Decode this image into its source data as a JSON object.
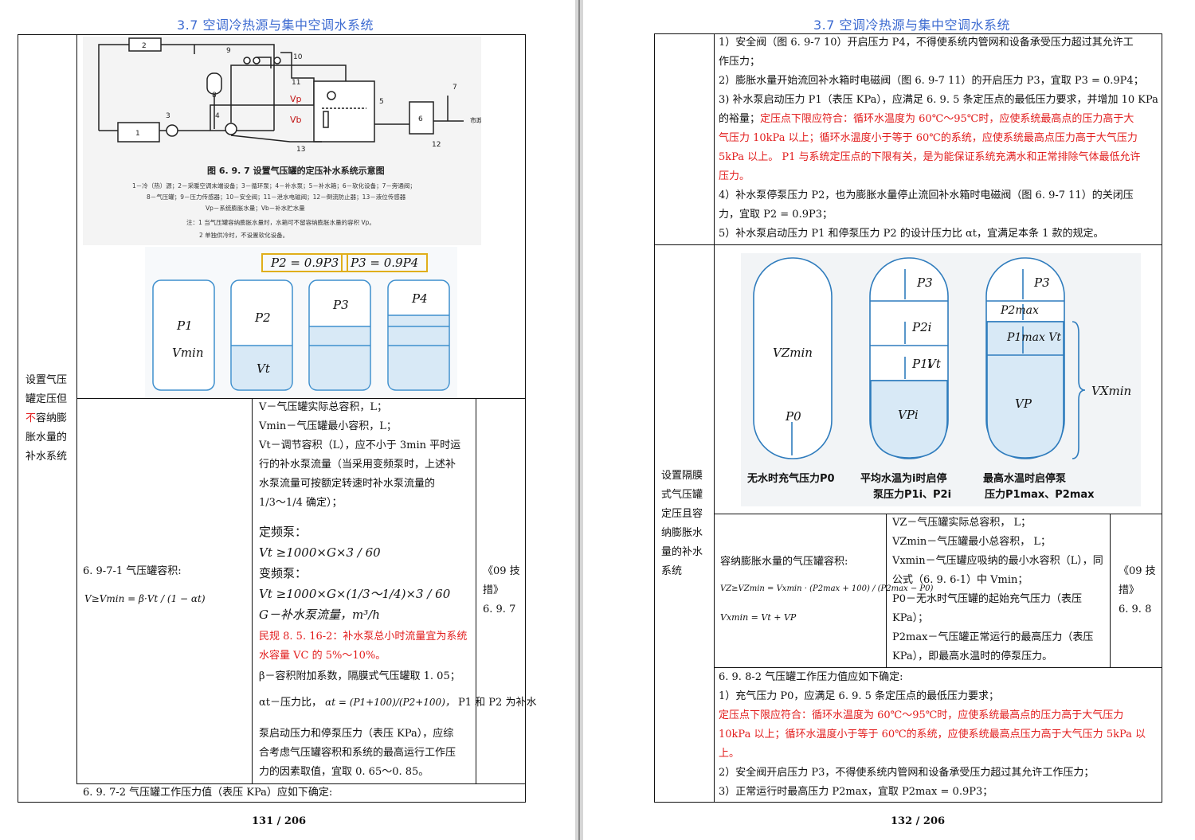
{
  "header": "3.7 空调冷热源与集中空调水系统",
  "left": {
    "footer": "131 / 206",
    "row_label": [
      "设置气压",
      "罐定压但",
      "不容纳膨",
      "胀水量的",
      "补水系统"
    ],
    "row_label_red_char": "不",
    "figure": {
      "caption": "图 6. 9. 7   设置气压罐的定压补水系统示意图",
      "legend_lines": [
        "1－冷（热）源；2－采暖空调末端设备；3－循环泵；4－补水泵；5－补水箱；6－软化设备；7－旁通阀；",
        "8－气压罐；9－压力传感器；10－安全阀；11－泄水电磁阀；12－倒流防止器；13－液位传感器",
        "Vp－系统膨胀水量；Vb－补水贮水量"
      ],
      "notes": [
        "注：1  当气压罐容纳膨胀水量时，水箱可不留容纳膨胀水量的容积 Vp。",
        "2  单独供冷时，不设置软化设备。"
      ],
      "labels": [
        "1",
        "2",
        "3",
        "4",
        "5",
        "6",
        "7",
        "8",
        "9",
        "10",
        "11",
        "12",
        "13",
        "Vp",
        "Vb",
        "市政给水"
      ],
      "eq_boxes": [
        "P2 = 0.9P3",
        "P3 = 0.9P4"
      ],
      "tank_labels": [
        "P1",
        "Vmin",
        "P2",
        "Vt",
        "P3",
        "P4"
      ]
    },
    "formula_title": "6. 9-7-1  气压罐容积:",
    "formula": "V≥Vmin = β·Vt / (1 − αt)",
    "ref": [
      "《09 技",
      "措》",
      "6. 9. 7"
    ],
    "defs": [
      "V－气压罐实际总容积，L；",
      "Vmin－气压罐最小容积，L；",
      "Vt－调节容积（L），应不小于 3min 平时运",
      "行的补水泵流量（当采用变频泵时，上述补",
      "水泵流量可按额定转速时补水泵流量的",
      "1/3～1/4 确定）；"
    ],
    "pump_lines": [
      "定频泵：",
      "Vt ≥1000×G×3 / 60",
      "变频泵：",
      "Vt ≥1000×G×(1/3～1/4)×3 / 60",
      "G－补水泵流量，m³/h"
    ],
    "red_note": [
      "民规 8. 5. 16-2：补水泵总小时流量宜为系统",
      "水容量 VC 的 5%～10%。"
    ],
    "beta_line": "β－容积附加系数，隔膜式气压罐取 1. 05；",
    "alpha_line_pre": "αt－压力比，",
    "alpha_line_post": "P1 和 P2 为补水",
    "alpha_rest": [
      "泵启动压力和停泵压力（表压 KPa），应综",
      "合考虑气压罐容积和系统的最高运行工作压",
      "力的因素取值，宜取 0. 65～0. 85。"
    ],
    "bottom_row": "6. 9. 7-2  气压罐工作压力值（表压 KPa）应如下确定:"
  },
  "right": {
    "footer": "132 / 206",
    "top_lines": [
      {
        "t": "1）安全阀（图 6. 9-7  10）开启压力 P4，不得使系统内管网和设备承受压力超过其允许工",
        "red": false
      },
      {
        "t": "作压力；",
        "red": false
      },
      {
        "t": "2）膨胀水量开始流回补水箱时电磁阀（图 6. 9-7  11）的开启压力 P3，宜取 P3 = 0.9P4；",
        "red": false
      },
      {
        "t": "3) 补水泵启动压力 P1（表压 KPa），应满足 6. 9. 5 条定压点的最低压力要求，并增加 10 KPa",
        "red": false
      },
      {
        "t": "的裕量；",
        "red": false,
        "append_red": "定压点下限应符合：循环水温度为 60℃～95℃时，应使系统最高点的压力高于大"
      },
      {
        "t": "气压力 10kPa 以上；循环水温度小于等于 60℃的系统，应使系统最高点压力高于大气压力",
        "red": true
      },
      {
        "t": "5kPa 以上。 P1 与系统定压点的下限有关，是为能保证系统充满水和正常排除气体最低允许",
        "red": true
      },
      {
        "t": "压力。",
        "red": true
      },
      {
        "t": "4）补水泵停泵压力 P2，也为膨胀水量停止流回补水箱时电磁阀（图 6. 9-7  11）的关闭压",
        "red": false
      },
      {
        "t": "力，宜取 P2 = 0.9P3；",
        "red": false
      },
      {
        "t": "5）补水泵启动压力 P1 和停泵压力 P2 的设计压力比 αt，宜满足本条 1 款的规定。",
        "red": false
      }
    ],
    "row_label": [
      "设置隔膜",
      "式气压罐",
      "定压且容",
      "纳膨胀水",
      "量的补水",
      "系统"
    ],
    "figure": {
      "labels": [
        "VZmin",
        "P0",
        "P3",
        "P2i",
        "P1i",
        "Vt",
        "VPi",
        "P3",
        "P2max",
        "P1max Vt",
        "VP",
        "VXmin"
      ],
      "captions": [
        "无水时充气压力P0",
        "平均水温为i时启停",
        "泵压力P1i、P2i",
        "最高水温时启停泵",
        "压力P1max、P2max"
      ]
    },
    "formula_title": "容纳膨胀水量的气压罐容积:",
    "formula1": "VZ≥VZmin = Vxmin · (P2max + 100) / (P2max − P0)",
    "formula2": "Vxmin = Vt + VP",
    "defs": [
      "VZ－气压罐实际总容积， L；",
      "VZmin－气压罐最小总容积， L；",
      "Vxmin－气压罐应吸纳的最小水容积（L），同",
      "公式（6. 9. 6-1）中 Vmin；",
      "P0－无水时气压罐的起始充气压力（表压",
      "KPa）；",
      "P2max－气压罐正常运行的最高压力（表压",
      "KPa），即最高水温时的停泵压力。"
    ],
    "ref": [
      "《09 技",
      "措》",
      "6. 9. 8"
    ],
    "bottom_lines": [
      {
        "t": "6. 9. 8-2  气压罐工作压力值应如下确定:",
        "red": false
      },
      {
        "t": "1）充气压力 P0，应满足 6. 9. 5 条定压点的最低压力要求；",
        "red": false
      },
      {
        "t": "定压点下限应符合：循环水温度为 60℃～95℃时，应使系统最高点的压力高于大气压力",
        "red": true
      },
      {
        "t": "10kPa 以上；循环水温度小于等于 60℃的系统，应使系统最高点压力高于大气压力 5kPa 以",
        "red": true
      },
      {
        "t": "上。",
        "red": true
      },
      {
        "t": "2）安全阀开启压力 P3，不得使系统内管网和设备承受压力超过其允许工作压力；",
        "red": false
      },
      {
        "t": "3）正常运行时最高压力 P2max，宜取 P2max = 0.9P3；",
        "red": false
      }
    ]
  }
}
